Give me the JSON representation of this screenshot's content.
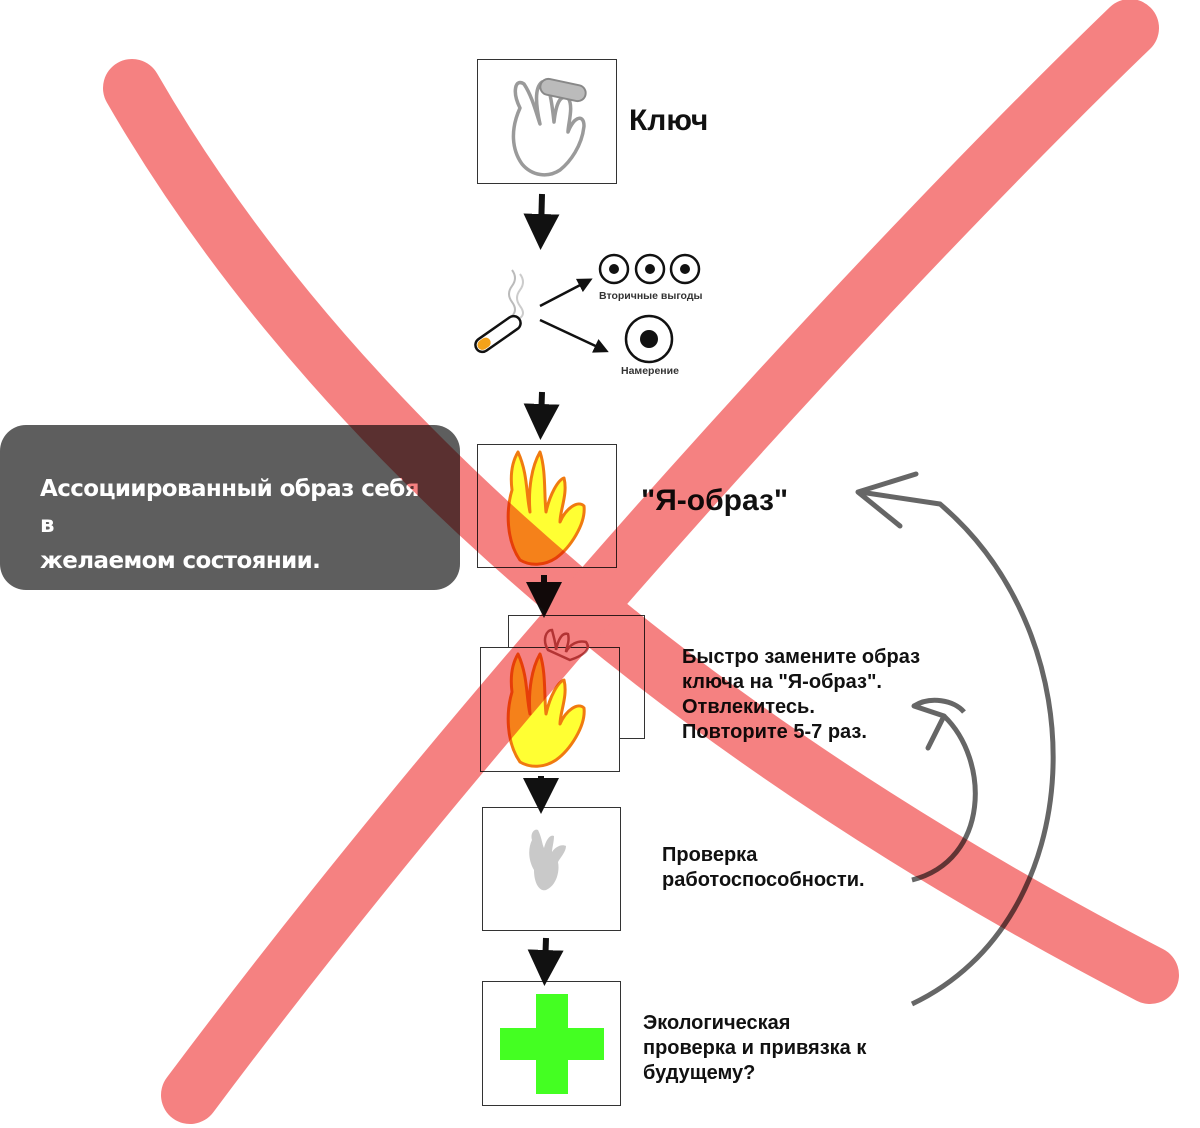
{
  "steps": {
    "key_label": "Ключ",
    "secondary_gains_label": "Вторичные выгоды",
    "intention_label": "Намерение",
    "self_image_label": "\"Я-образ\"",
    "swap_lines": [
      "Быстро замените образ",
      "ключа на \"Я-образ\".",
      "Отвлекитесь.",
      "Повторите 5-7 раз."
    ],
    "test_lines": [
      "Проверка",
      "работоспособности."
    ],
    "eco_lines": [
      "Экологическая",
      "проверка и привязка к",
      "будущему?"
    ]
  },
  "tooltip": {
    "lines": [
      "Ассоциированный образ себя в",
      "желаемом состоянии."
    ]
  },
  "colors": {
    "cross": "#f46b6b",
    "tooltip_bg": "#505050",
    "flame_outer": "#f07a10",
    "flame_inner": "#ffff33",
    "plus": "#44ff22",
    "arrow": "#111111",
    "loop_arrow": "#666666"
  },
  "icons": [
    "hand-with-cigarette-icon",
    "cigarette-icon",
    "smoke-icon",
    "target-icon",
    "flame-hand-icon",
    "faded-hand-icon",
    "green-plus-icon"
  ]
}
